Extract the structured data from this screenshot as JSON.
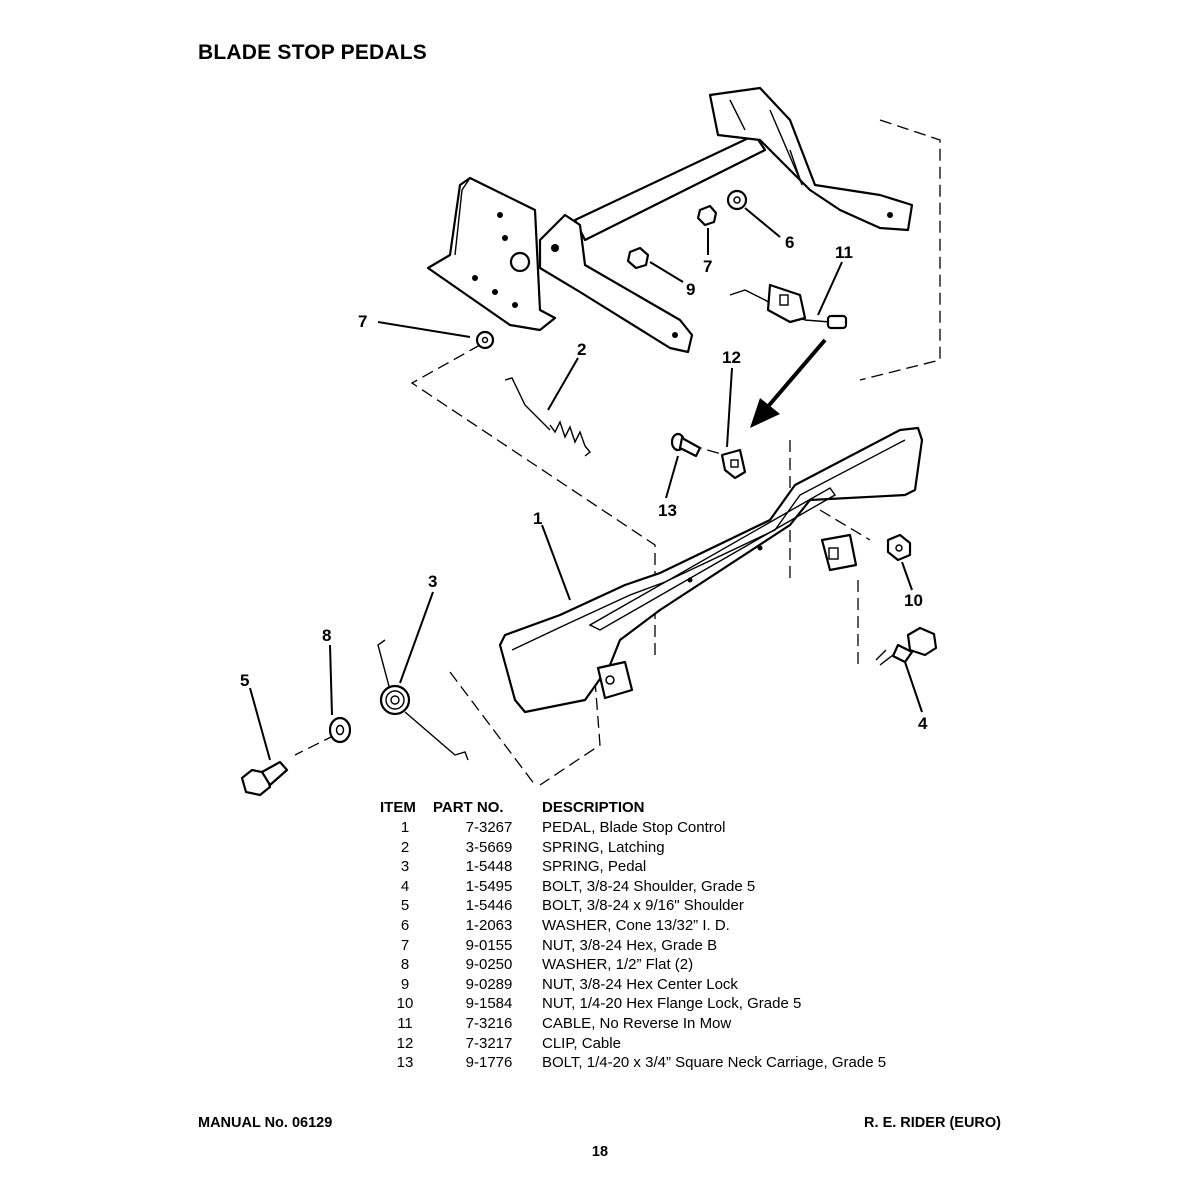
{
  "title": "BLADE STOP PEDALS",
  "callouts": {
    "c1": "1",
    "c2": "2",
    "c3": "3",
    "c4": "4",
    "c5": "5",
    "c6": "6",
    "c7a": "7",
    "c7b": "7",
    "c8": "8",
    "c9": "9",
    "c10": "10",
    "c11": "11",
    "c12": "12",
    "c13": "13"
  },
  "table": {
    "headers": {
      "item": "ITEM",
      "part": "PART NO.",
      "desc": "DESCRIPTION"
    },
    "rows": [
      {
        "item": "1",
        "part": "7-3267",
        "desc": "PEDAL, Blade Stop Control"
      },
      {
        "item": "2",
        "part": "3-5669",
        "desc": "SPRING, Latching"
      },
      {
        "item": "3",
        "part": "1-5448",
        "desc": "SPRING, Pedal"
      },
      {
        "item": "4",
        "part": "1-5495",
        "desc": "BOLT, 3/8-24 Shoulder, Grade 5"
      },
      {
        "item": "5",
        "part": "1-5446",
        "desc": "BOLT, 3/8-24 x 9/16\" Shoulder"
      },
      {
        "item": "6",
        "part": "1-2063",
        "desc": "WASHER, Cone 13/32” I. D."
      },
      {
        "item": "7",
        "part": "9-0155",
        "desc": "NUT, 3/8-24 Hex, Grade B"
      },
      {
        "item": "8",
        "part": "9-0250",
        "desc": "WASHER, 1/2” Flat (2)"
      },
      {
        "item": "9",
        "part": "9-0289",
        "desc": "NUT, 3/8-24 Hex Center Lock"
      },
      {
        "item": "10",
        "part": "9-1584",
        "desc": "NUT, 1/4-20 Hex Flange Lock, Grade 5"
      },
      {
        "item": "11",
        "part": "7-3216",
        "desc": "CABLE, No Reverse In Mow"
      },
      {
        "item": "12",
        "part": "7-3217",
        "desc": "CLIP, Cable"
      },
      {
        "item": "13",
        "part": "9-1776",
        "desc": "BOLT, 1/4-20 x 3/4” Square Neck Carriage, Grade 5"
      }
    ]
  },
  "footer": {
    "manual": "MANUAL No. 06129",
    "model": "R. E. RIDER (EURO)",
    "page": "18"
  }
}
